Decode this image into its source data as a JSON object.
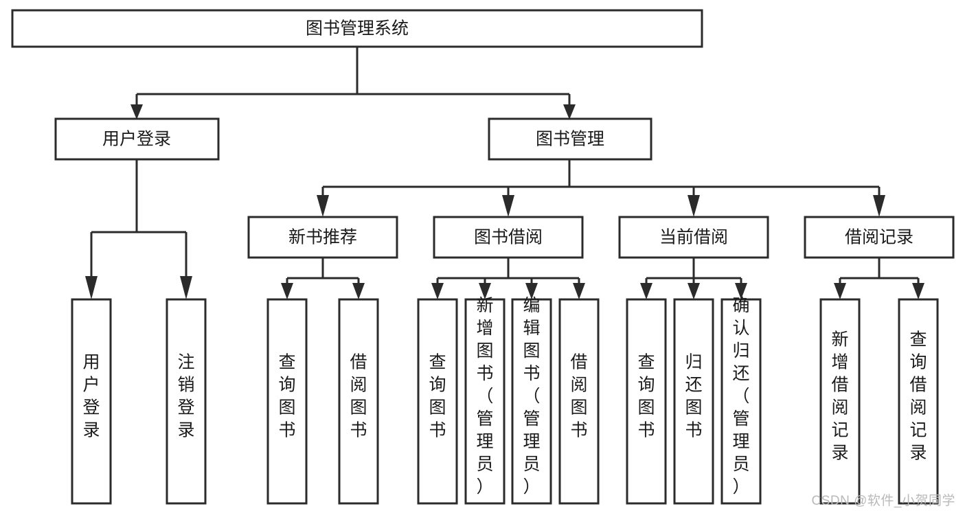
{
  "diagram": {
    "title": "图书管理系统",
    "type": "tree-hierarchy",
    "watermark": "CSDN @软件_小贺同学",
    "colors": {
      "box_stroke": "#2b2b2b",
      "box_fill": "#ffffff",
      "text": "#1a1a1a",
      "background": "#ffffff",
      "watermark": "#b9b9b9"
    },
    "root": {
      "label": "图书管理系统"
    },
    "level2": [
      {
        "label": "用户登录"
      },
      {
        "label": "图书管理"
      }
    ],
    "level3": [
      {
        "label": "新书推荐"
      },
      {
        "label": "图书借阅"
      },
      {
        "label": "当前借阅"
      },
      {
        "label": "借阅记录"
      }
    ],
    "leaves": {
      "user_login": [
        {
          "label": "用户登录"
        },
        {
          "label": "注销登录"
        }
      ],
      "new_book_recommend": [
        {
          "label": "查询图书"
        },
        {
          "label": "借阅图书"
        }
      ],
      "book_borrow": [
        {
          "label": "查询图书"
        },
        {
          "label": "新增图书（管理员）"
        },
        {
          "label": "编辑图书（管理员）"
        },
        {
          "label": "借阅图书"
        }
      ],
      "current_borrow": [
        {
          "label": "查询图书"
        },
        {
          "label": "归还图书"
        },
        {
          "label": "确认归还（管理员）"
        }
      ],
      "borrow_record": [
        {
          "label": "新增借阅记录"
        },
        {
          "label": "查询借阅记录"
        }
      ]
    }
  }
}
